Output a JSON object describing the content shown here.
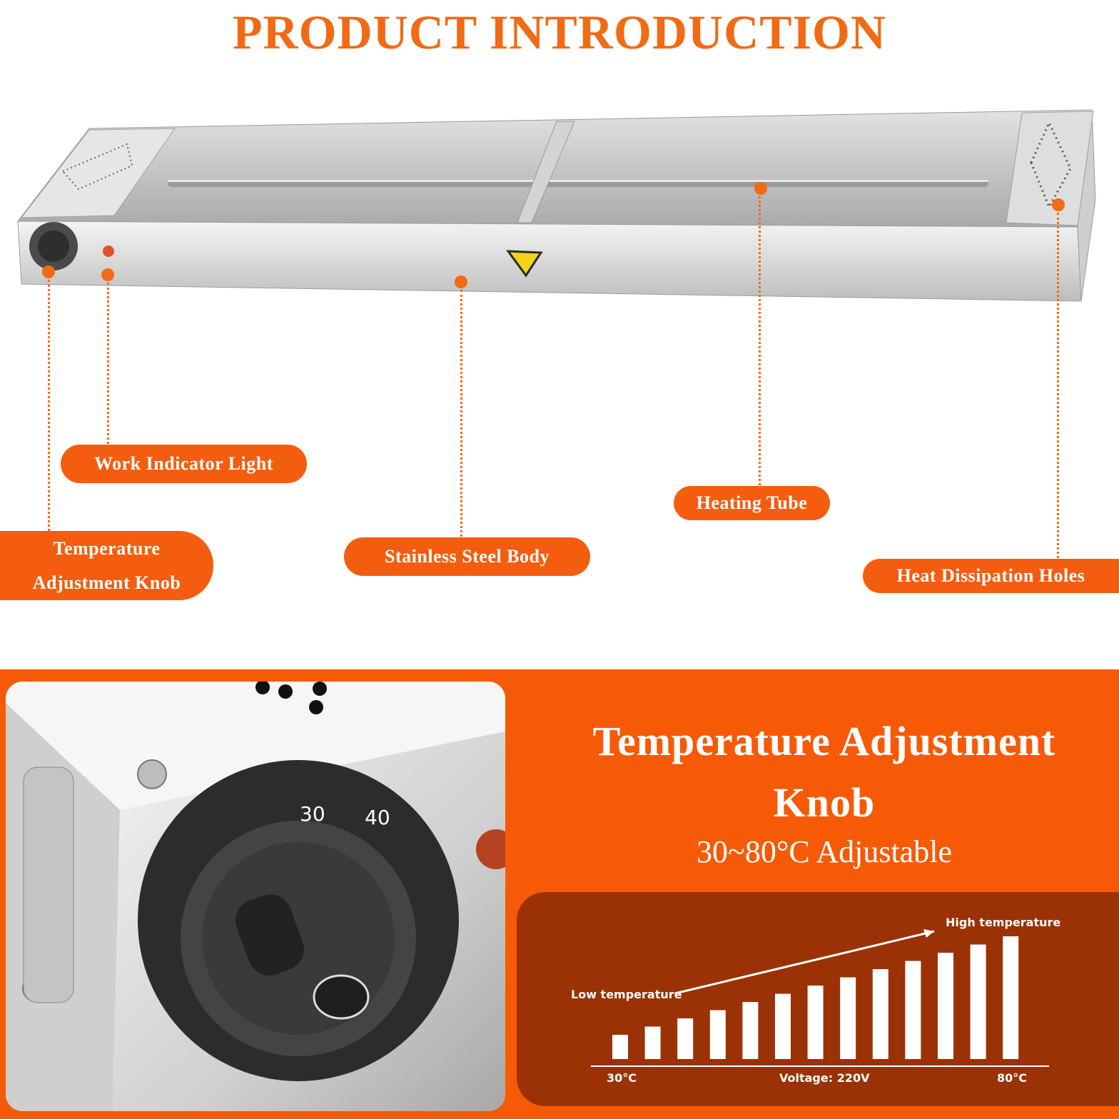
{
  "title": "PRODUCT INTRODUCTION",
  "callouts": {
    "work_indicator_light": "Work Indicator Light",
    "temperature_knob_line1": "Temperature",
    "temperature_knob_line2": "Adjustment Knob",
    "stainless_steel_body": "Stainless Steel Body",
    "heating_tube": "Heating Tube",
    "heat_dissipation_holes": "Heat Dissipation Holes"
  },
  "knob_section": {
    "heading_line1": "Temperature Adjustment",
    "heading_line2": "Knob",
    "subheading": "30~80°C Adjustable",
    "dial_labels": [
      "30",
      "40"
    ]
  },
  "chart_data": {
    "type": "bar",
    "values": [
      1,
      2,
      3,
      4,
      5,
      6,
      7,
      8,
      9,
      10,
      11,
      12,
      13
    ],
    "annotations": {
      "low": "Low temperature",
      "high": "High temperature"
    },
    "x_start_label": "30°C",
    "x_middle_label": "Voltage: 220V",
    "x_end_label": "80°C"
  },
  "colors": {
    "accent": "#f26a13",
    "panel": "#f75a06",
    "chart_bg": "#9a3205"
  }
}
